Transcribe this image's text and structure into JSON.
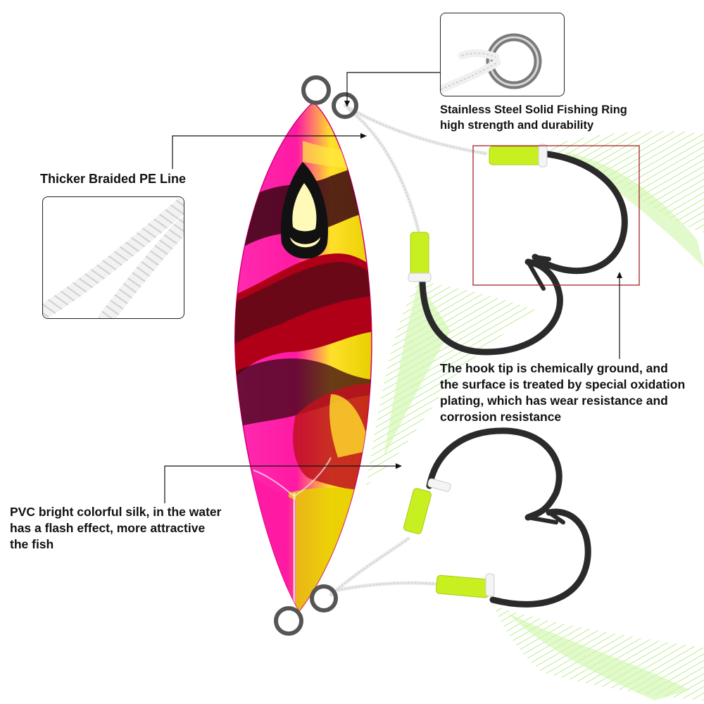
{
  "callouts": {
    "ring": {
      "lines": [
        "Stainless Steel Solid Fishing Ring",
        "high strength and durability"
      ]
    },
    "braided_line": {
      "lines": [
        "Thicker Braided PE Line"
      ]
    },
    "hook_tip": {
      "lines": [
        "The hook tip is chemically ground, and",
        "the surface is treated by special oxidation",
        "plating, which has wear resistance and",
        "corrosion resistance"
      ]
    },
    "silk": {
      "lines": [
        "PVC bright colorful silk, in the water",
        "has a flash effect, more attractive",
        "the fish"
      ]
    }
  },
  "colors": {
    "lure_pink": "#ff1aa3",
    "lure_yellow": "#e8e000",
    "lure_red": "#b00018",
    "lure_dark": "#3a0512",
    "silk_green": "#a8f060",
    "wrap_green": "#c8f020",
    "hook_steel": "#2a2a2a",
    "highlight_box": "#a01010"
  },
  "icons": {
    "inset_ring": "steel-ring-icon",
    "inset_line": "braided-line-icon"
  }
}
